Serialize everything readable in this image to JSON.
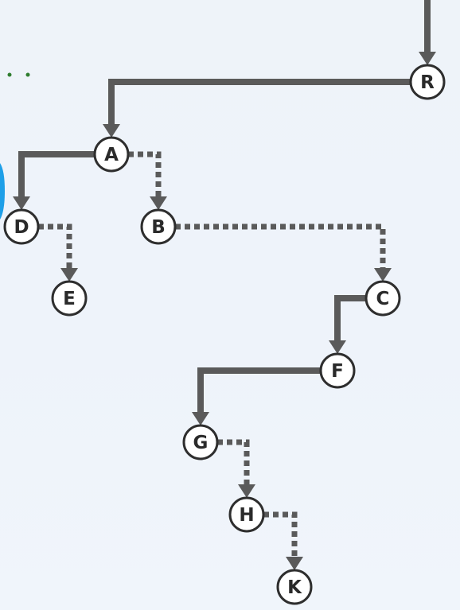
{
  "nodes": [
    {
      "id": "R",
      "label": "R"
    },
    {
      "id": "A",
      "label": "A"
    },
    {
      "id": "B",
      "label": "B"
    },
    {
      "id": "C",
      "label": "C"
    },
    {
      "id": "D",
      "label": "D"
    },
    {
      "id": "E",
      "label": "E"
    },
    {
      "id": "F",
      "label": "F"
    },
    {
      "id": "G",
      "label": "G"
    },
    {
      "id": "H",
      "label": "H"
    },
    {
      "id": "K",
      "label": "K"
    }
  ],
  "edges": [
    {
      "from": "incoming",
      "to": "R",
      "style": "solid"
    },
    {
      "from": "R",
      "to": "A",
      "style": "solid"
    },
    {
      "from": "A",
      "to": "D",
      "style": "solid"
    },
    {
      "from": "A",
      "to": "B",
      "style": "dashed"
    },
    {
      "from": "D",
      "to": "E",
      "style": "dashed"
    },
    {
      "from": "B",
      "to": "C",
      "style": "dashed"
    },
    {
      "from": "C",
      "to": "F",
      "style": "solid"
    },
    {
      "from": "F",
      "to": "G",
      "style": "solid"
    },
    {
      "from": "G",
      "to": "H",
      "style": "dashed"
    },
    {
      "from": "H",
      "to": "K",
      "style": "dashed"
    }
  ],
  "colors": {
    "background": "#eef3f9",
    "edge": "#5a5a5a",
    "node_fill": "#ffffff",
    "node_stroke": "#2e2e2e",
    "accent_blue": "#1e9fe8",
    "dot_green": "#2f7d2f"
  }
}
